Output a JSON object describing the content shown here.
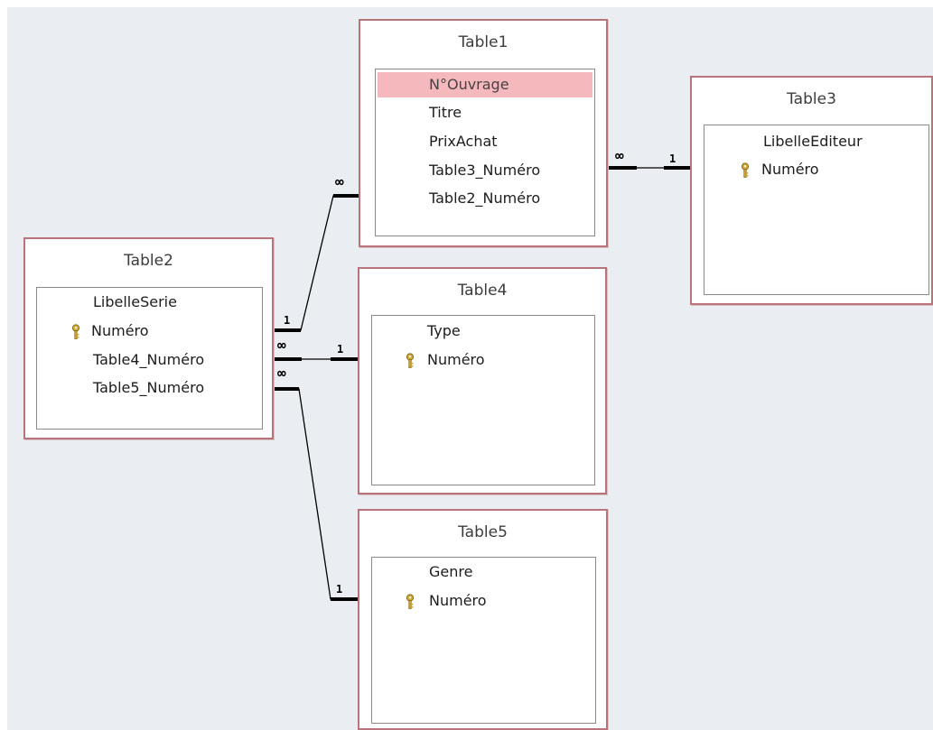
{
  "tables": {
    "table1": {
      "title": "Table1",
      "fields": [
        {
          "name": "N°Ouvrage",
          "is_key": false,
          "selected": true
        },
        {
          "name": "Titre",
          "is_key": false,
          "selected": false
        },
        {
          "name": "PrixAchat",
          "is_key": false,
          "selected": false
        },
        {
          "name": "Table3_Numéro",
          "is_key": false,
          "selected": false
        },
        {
          "name": "Table2_Numéro",
          "is_key": false,
          "selected": false
        }
      ]
    },
    "table2": {
      "title": "Table2",
      "fields": [
        {
          "name": "LibelleSerie",
          "is_key": false
        },
        {
          "name": "Numéro",
          "is_key": true
        },
        {
          "name": "Table4_Numéro",
          "is_key": false
        },
        {
          "name": "Table5_Numéro",
          "is_key": false
        }
      ]
    },
    "table3": {
      "title": "Table3",
      "fields": [
        {
          "name": "LibelleEditeur",
          "is_key": false
        },
        {
          "name": "Numéro",
          "is_key": true
        }
      ]
    },
    "table4": {
      "title": "Table4",
      "fields": [
        {
          "name": "Type",
          "is_key": false
        },
        {
          "name": "Numéro",
          "is_key": true
        }
      ]
    },
    "table5": {
      "title": "Table5",
      "fields": [
        {
          "name": "Genre",
          "is_key": false
        },
        {
          "name": "Numéro",
          "is_key": true
        }
      ]
    }
  },
  "relationships": [
    {
      "from": "Table1",
      "to": "Table3",
      "from_label": "∞",
      "to_label": "1"
    },
    {
      "from": "Table2",
      "to": "Table1",
      "from_label": "1",
      "to_label": "∞"
    },
    {
      "from": "Table2",
      "to": "Table4",
      "from_label": "∞",
      "to_label": "1"
    },
    {
      "from": "Table2",
      "to": "Table5",
      "from_label": "∞",
      "to_label": "1"
    }
  ],
  "colors": {
    "canvas": "#eaedf1",
    "window_border": "#b9737a",
    "selected_field": "#f4b8bd",
    "key_icon": "#d4a934"
  }
}
